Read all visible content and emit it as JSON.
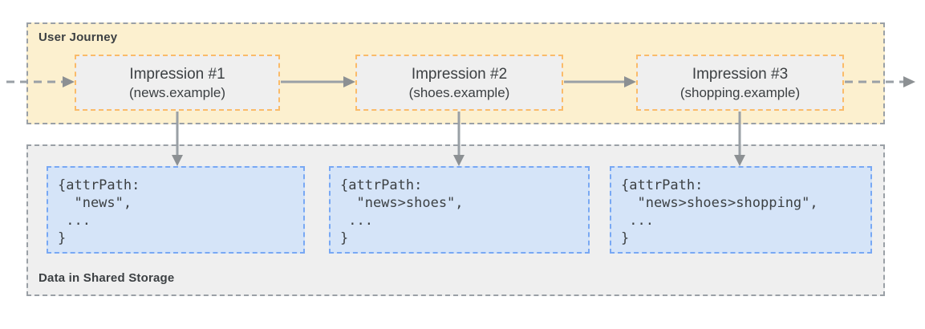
{
  "journey": {
    "label": "User Journey",
    "impressions": [
      {
        "title": "Impression #1",
        "site": "(news.example)"
      },
      {
        "title": "Impression #2",
        "site": "(shoes.example)"
      },
      {
        "title": "Impression #3",
        "site": "(shopping.example)"
      }
    ]
  },
  "storage": {
    "label": "Data in Shared Storage",
    "records": [
      {
        "code": "{attrPath:\n  \"news\",\n ...\n}"
      },
      {
        "code": "{attrPath:\n  \"news>shoes\",\n ...\n}"
      },
      {
        "code": "{attrPath:\n  \"news>shoes>shopping\",\n ...\n}"
      }
    ]
  },
  "colors": {
    "journey_fill": "#FCF0CF",
    "journey_border": "#9AA0A6",
    "impression_fill": "#EFEFEF",
    "impression_border": "#FABB69",
    "storage_fill": "#EFEFEF",
    "storage_border": "#9AA0A6",
    "record_fill": "#D5E4F8",
    "record_border": "#78A8F4",
    "arrow": "#9AA0A6",
    "arrow_head": "#8C9093",
    "text": "#3C4043",
    "canvas_bg": "#FFFFFF"
  }
}
